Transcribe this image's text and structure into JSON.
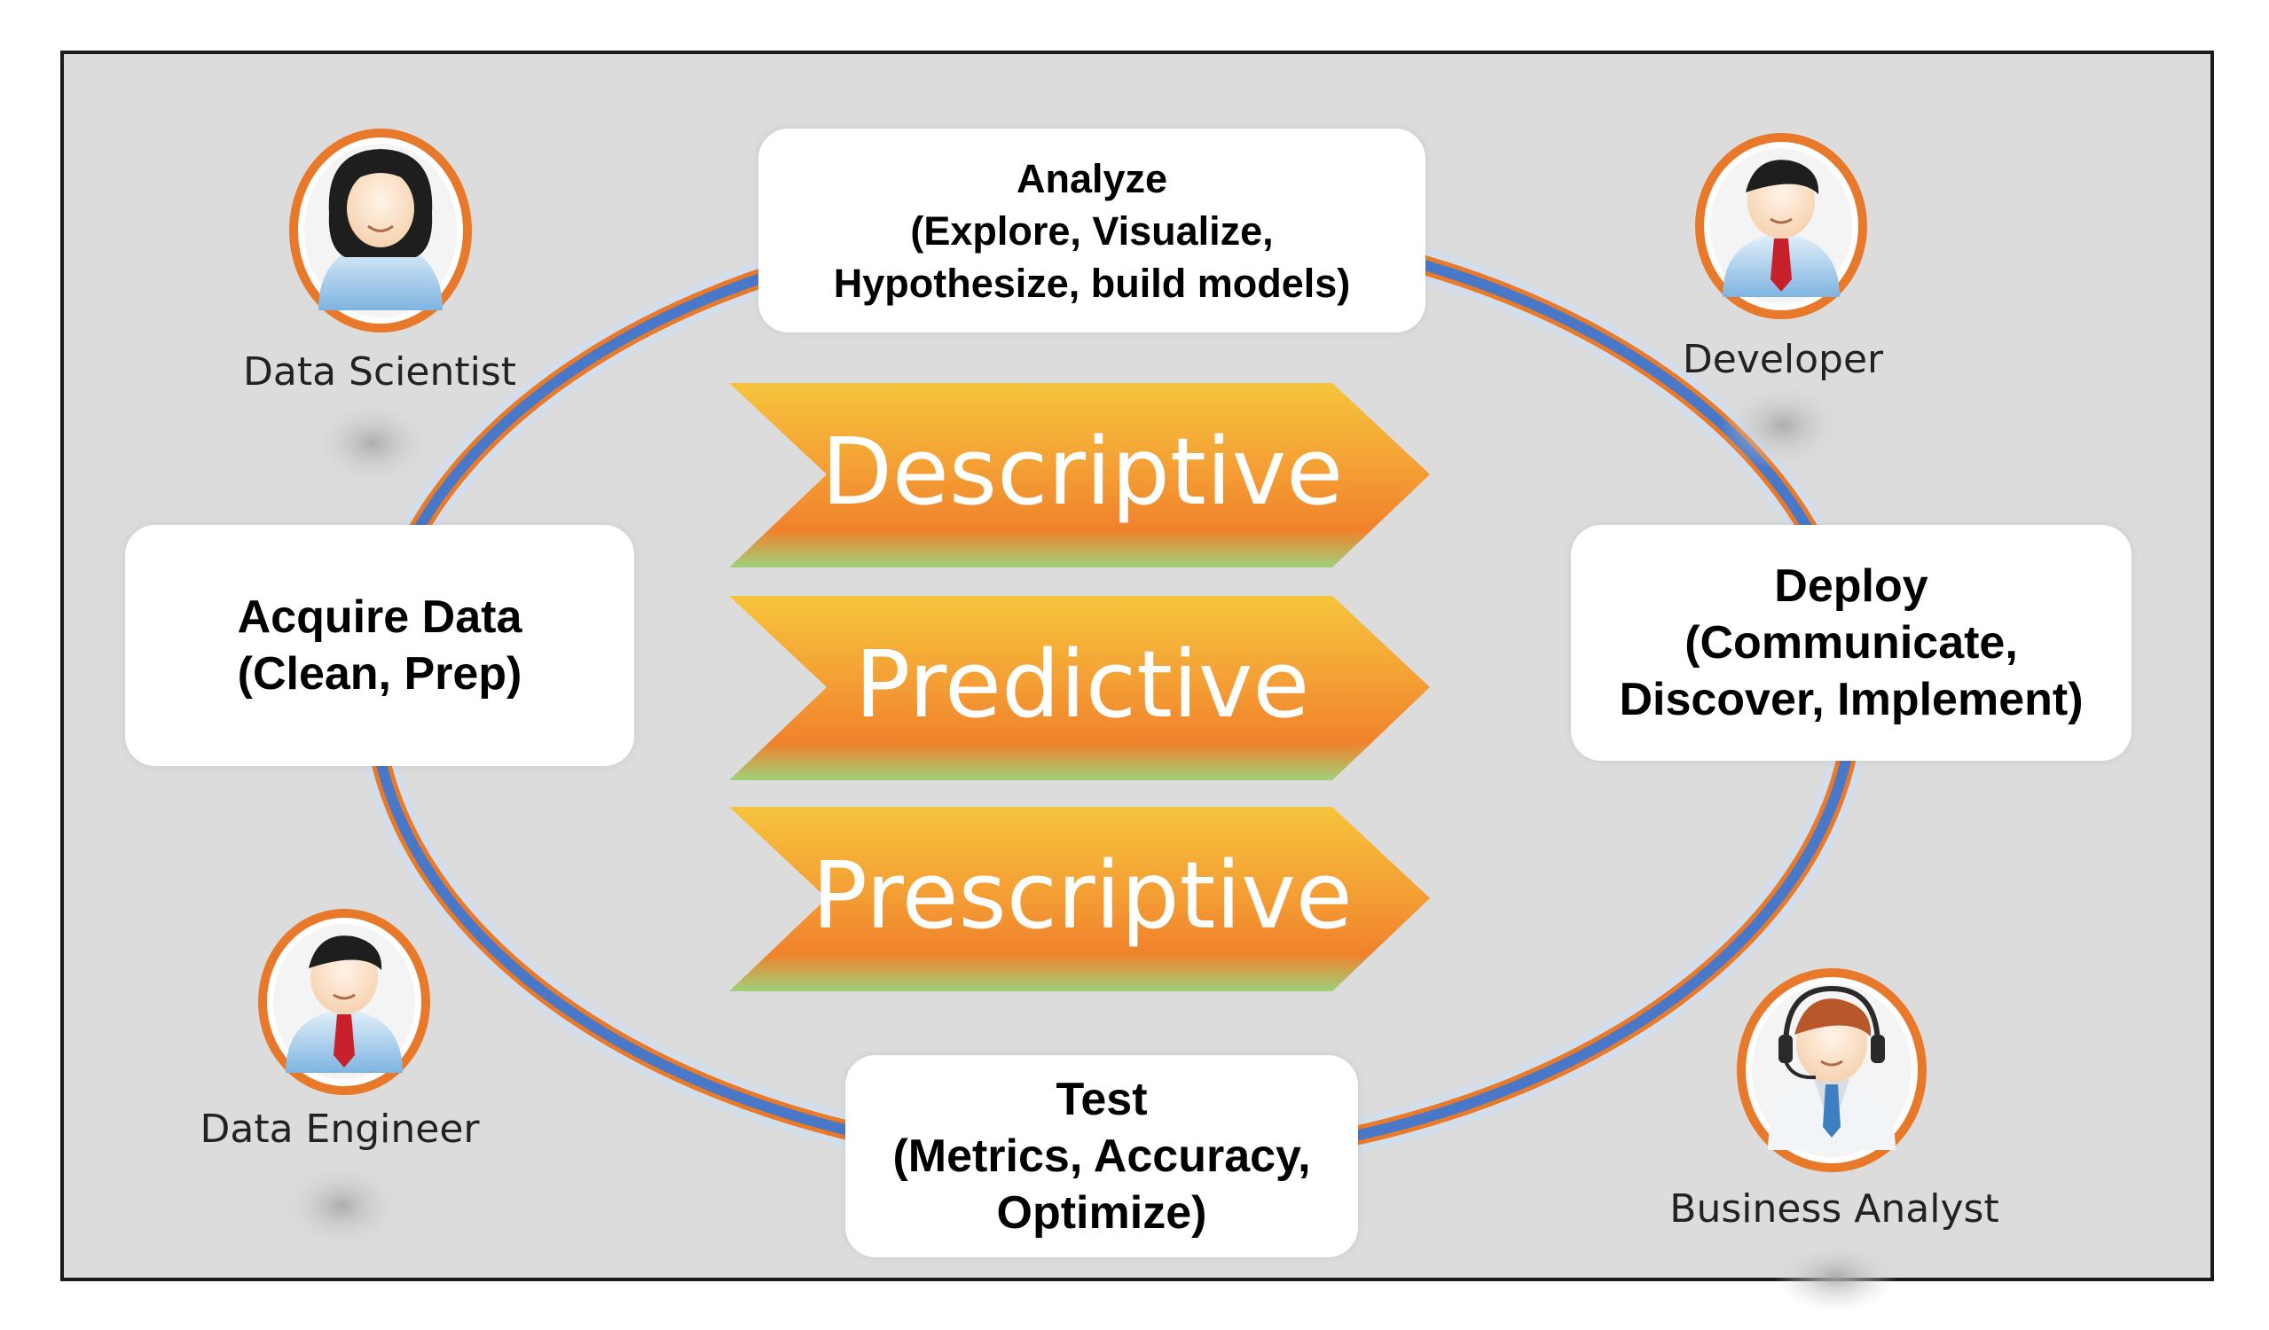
{
  "stages": {
    "analyze": [
      "Analyze",
      "(Explore, Visualize,",
      "Hypothesize, build models)"
    ],
    "acquire": [
      "Acquire Data",
      "(Clean, Prep)"
    ],
    "deploy": [
      "Deploy",
      "(Communicate,",
      "Discover, Implement)"
    ],
    "test": [
      "Test",
      "(Metrics, Accuracy,",
      "Optimize)"
    ]
  },
  "analytics": [
    "Descriptive",
    "Predictive",
    "Prescriptive"
  ],
  "roles": {
    "data_scientist": "Data Scientist",
    "developer": "Developer",
    "data_engineer": "Data Engineer",
    "business_analyst": "Business Analyst"
  },
  "colors": {
    "background": "#dcdcdc",
    "ring_blue": "#4a78c8",
    "ring_orange": "#e87a2a",
    "chevron_top": "#f6c43c",
    "chevron_mid": "#f28f2e",
    "chevron_bottom": "#9fd07a",
    "avatar_ring": "#e8782a"
  }
}
